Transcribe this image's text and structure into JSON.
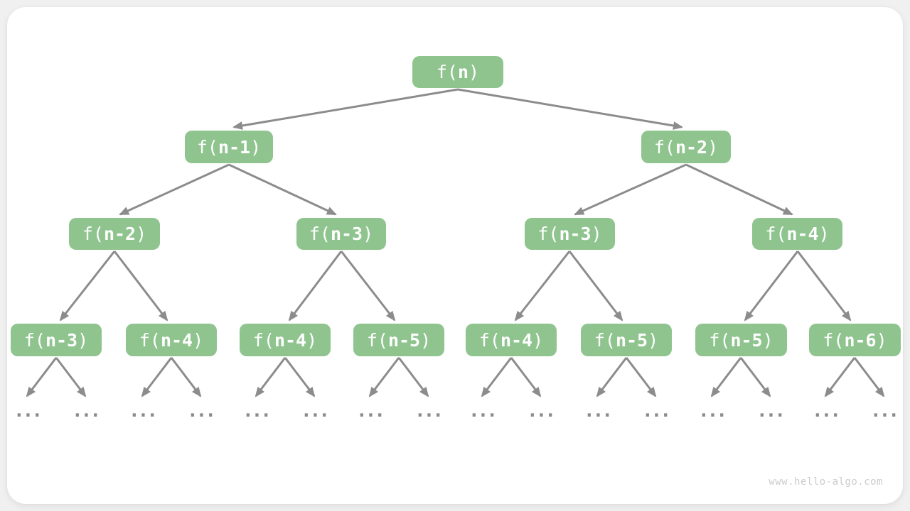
{
  "diagram_title": "recursion-tree-fibonacci",
  "colors": {
    "node_fill": "#8FC48F",
    "node_text": "#ffffff",
    "arrow": "#8C8C8C",
    "ellipsis": "#8C8C8C",
    "watermark": "#cccccc",
    "card_background": "#ffffff",
    "page_background": "#f0f0f0"
  },
  "nodes": [
    {
      "label": "f(n)",
      "pre": "f(",
      "arg": "n",
      "post": ")"
    },
    {
      "label": "f(n-1)",
      "pre": "f(",
      "arg": "n-1",
      "post": ")"
    },
    {
      "label": "f(n-2)",
      "pre": "f(",
      "arg": "n-2",
      "post": ")"
    },
    {
      "label": "f(n-2)",
      "pre": "f(",
      "arg": "n-2",
      "post": ")"
    },
    {
      "label": "f(n-3)",
      "pre": "f(",
      "arg": "n-3",
      "post": ")"
    },
    {
      "label": "f(n-3)",
      "pre": "f(",
      "arg": "n-3",
      "post": ")"
    },
    {
      "label": "f(n-4)",
      "pre": "f(",
      "arg": "n-4",
      "post": ")"
    },
    {
      "label": "f(n-3)",
      "pre": "f(",
      "arg": "n-3",
      "post": ")"
    },
    {
      "label": "f(n-4)",
      "pre": "f(",
      "arg": "n-4",
      "post": ")"
    },
    {
      "label": "f(n-4)",
      "pre": "f(",
      "arg": "n-4",
      "post": ")"
    },
    {
      "label": "f(n-5)",
      "pre": "f(",
      "arg": "n-5",
      "post": ")"
    },
    {
      "label": "f(n-4)",
      "pre": "f(",
      "arg": "n-4",
      "post": ")"
    },
    {
      "label": "f(n-5)",
      "pre": "f(",
      "arg": "n-5",
      "post": ")"
    },
    {
      "label": "f(n-5)",
      "pre": "f(",
      "arg": "n-5",
      "post": ")"
    },
    {
      "label": "f(n-6)",
      "pre": "f(",
      "arg": "n-6",
      "post": ")"
    }
  ],
  "ellipsis": "...",
  "watermark": "www.hello-algo.com"
}
